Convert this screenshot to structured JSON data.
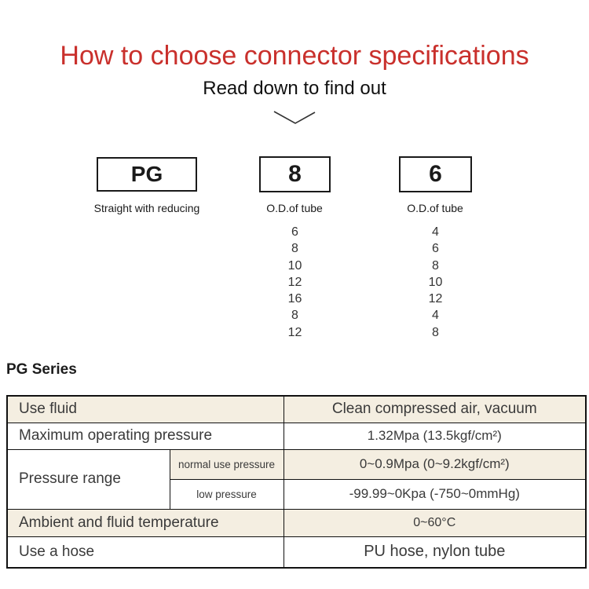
{
  "header": {
    "title": "How to choose connector specifications",
    "subtitle": "Read down to find out"
  },
  "selector": {
    "boxes": [
      {
        "code": "PG",
        "label": "Straight with reducing",
        "options": []
      },
      {
        "code": "8",
        "label": "O.D.of tube",
        "options": [
          "6",
          "8",
          "10",
          "12",
          "16",
          "8",
          "12"
        ]
      },
      {
        "code": "6",
        "label": "O.D.of  tube",
        "options": [
          "4",
          "6",
          "8",
          "10",
          "12",
          "4",
          "8"
        ]
      }
    ]
  },
  "series": {
    "heading": "PG Series",
    "table": {
      "rows": [
        {
          "label": "Use fluid",
          "value": "Clean compressed air, vacuum"
        },
        {
          "label": "Maximum operating pressure",
          "value": "1.32Mpa  (13.5kgf/cm²)"
        },
        {
          "label": "Pressure range",
          "sub": [
            {
              "label": "normal use pressure",
              "value": "0~0.9Mpa  (0~9.2kgf/cm²)"
            },
            {
              "label": "low pressure",
              "value": "-99.99~0Kpa  (-750~0mmHg)"
            }
          ]
        },
        {
          "label": "Ambient and fluid temperature",
          "value": "0~60°C"
        },
        {
          "label": "Use a hose",
          "value": "PU hose, nylon tube"
        }
      ]
    }
  },
  "colors": {
    "accent_red": "#c9302c",
    "row_shade_beige": "#f4eee1",
    "border_black": "#111111"
  }
}
